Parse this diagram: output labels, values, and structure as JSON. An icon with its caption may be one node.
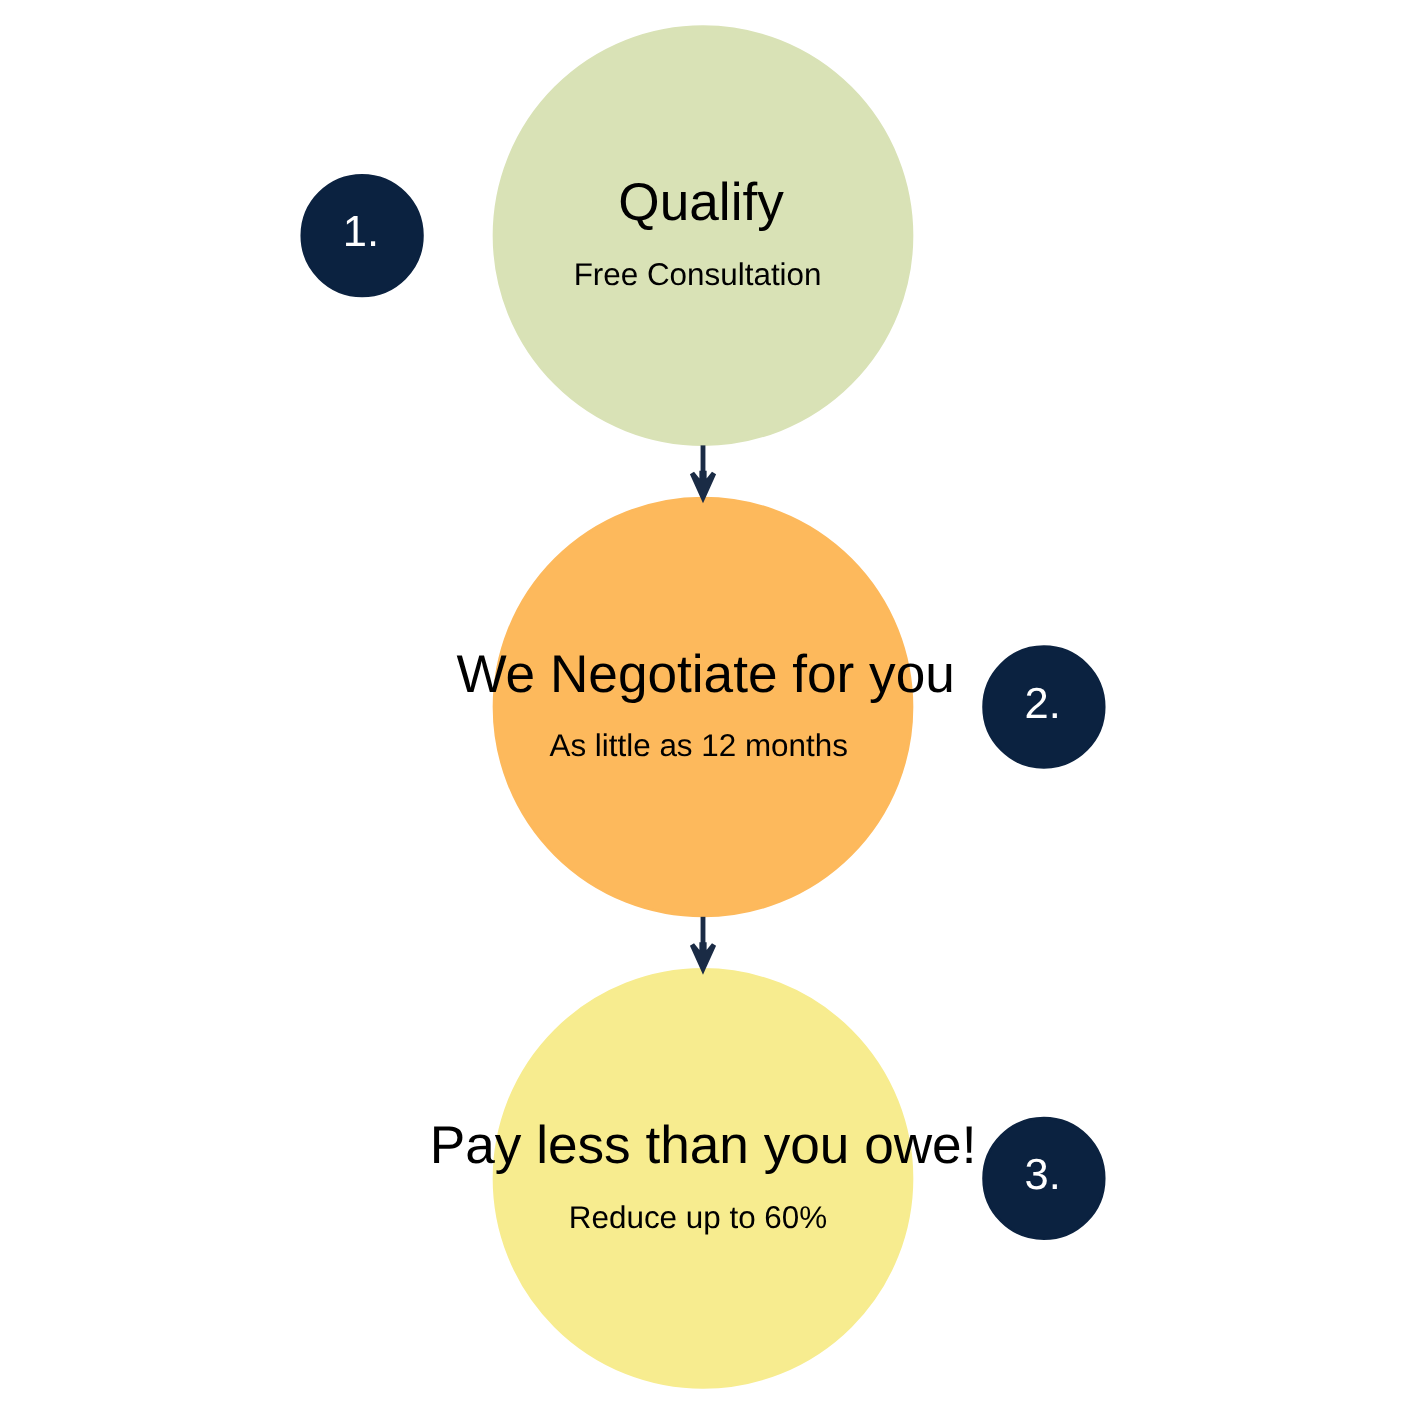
{
  "diagram": {
    "nodes": [
      {
        "text": [
          "1."
        ]
      },
      {
        "text": [
          "Qualify",
          "Free Consultation"
        ]
      },
      {
        "text": [
          "2."
        ]
      },
      {
        "text": [
          "We Negotiate for you",
          "As little as 12 months"
        ]
      },
      {
        "text": [
          "3."
        ]
      },
      {
        "text": [
          "Pay less than you owe!",
          "Reduce up to 60%"
        ]
      }
    ],
    "edges": [
      {
        "from": 1,
        "to": 3,
        "arrow": "to"
      },
      {
        "from": 3,
        "to": 5,
        "arrow": "to"
      }
    ]
  }
}
